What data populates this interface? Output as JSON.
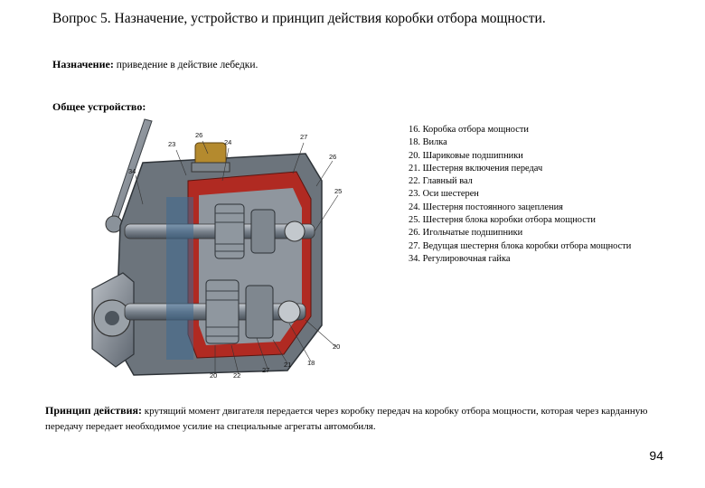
{
  "title": "Вопрос 5. Назначение, устройство и принцип действия коробки отбора мощности.",
  "purpose": {
    "label": "Назначение:",
    "text": "приведение в действие лебедки."
  },
  "device": {
    "label": "Общее устройство:"
  },
  "diagram": {
    "callouts": [
      "23",
      "26",
      "24",
      "27",
      "26",
      "34",
      "25",
      "20",
      "22",
      "27",
      "21",
      "18",
      "20"
    ]
  },
  "legend": [
    "16. Коробка отбора мощности",
    "18. Вилка",
    "20. Шариковые подшипники",
    "21. Шестерня включения передач",
    "22. Главный вал",
    "23. Оси шестерен",
    "24. Шестерня постоянного зацепления",
    "25. Шестерня блока коробки отбора мощности",
    "26. Игольчатые подшипники",
    "27. Ведущая шестерня блока коробки отбора мощности",
    "34. Регулировочная гайка"
  ],
  "principle": {
    "label": "Принцип действия:",
    "text": "крутящий момент двигателя передается через коробку передач на коробку отбора мощности, которая через карданную передачу передает необходимое усилие на специальные агрегаты автомобиля."
  },
  "page_number": "94",
  "colors": {
    "housing": "#707880",
    "cutaway": "#b02a22",
    "shaft": "#3f6a8f"
  }
}
